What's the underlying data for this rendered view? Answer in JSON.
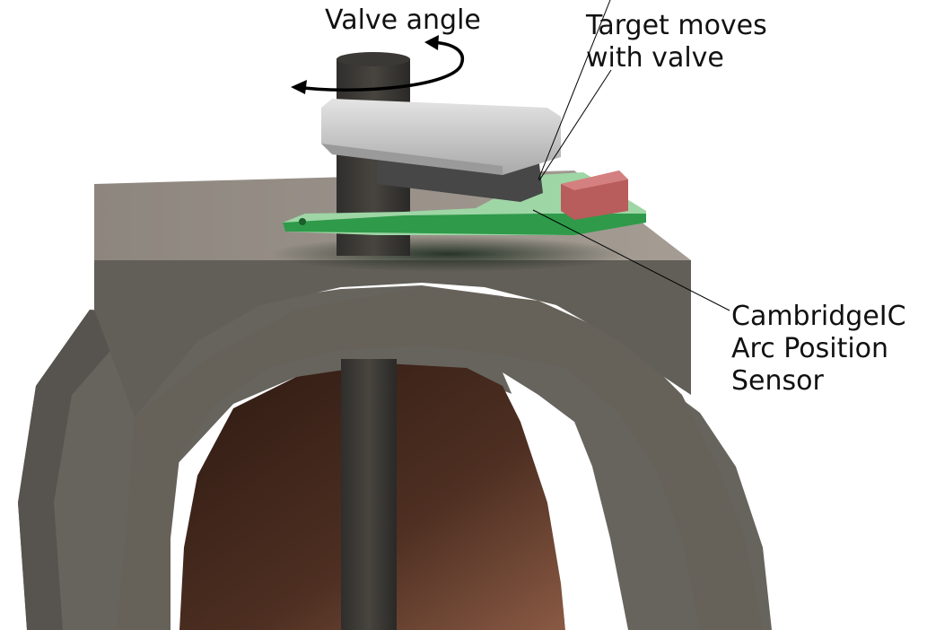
{
  "labels": {
    "valve_angle": "Valve angle",
    "target_line1": "Target moves",
    "target_line2": "with valve",
    "sensor_line1": "CambridgeIC",
    "sensor_line2": "Arc Position",
    "sensor_line3": "Sensor"
  },
  "colors": {
    "background": "#ffffff",
    "valve_body": "#67635d",
    "valve_body_top": "#8a847c",
    "disc": "#4a2c20",
    "shaft": "#333230",
    "target_arm": "#c9c9c9",
    "target": "#4d4d4d",
    "pcb": "#2f9a4a",
    "connector": "#b85c5c",
    "text": "#111111"
  },
  "icons": {
    "rotation_arrow": "curved-rotation-arrow-icon"
  }
}
